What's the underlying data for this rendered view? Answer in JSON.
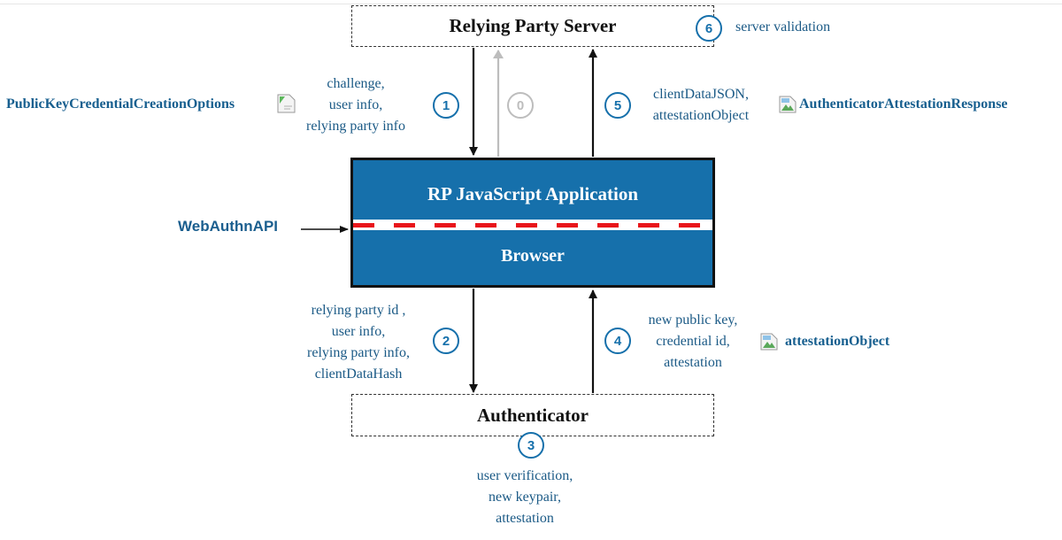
{
  "nodes": {
    "rp_server": "Relying Party Server",
    "rp_app": "RP JavaScript Application",
    "browser": "Browser",
    "authenticator": "Authenticator"
  },
  "api_label": "WebAuthnAPI",
  "steps": {
    "s0": "0",
    "s1": "1",
    "s2": "2",
    "s3": "3",
    "s4": "4",
    "s5": "5",
    "s6": "6"
  },
  "annotations": {
    "s1_lines": [
      "challenge,",
      "user info,",
      "relying party info"
    ],
    "s2_lines": [
      "relying party id ,",
      "user info,",
      "relying party info,",
      "clientDataHash"
    ],
    "s3_lines": [
      "user verification,",
      "new keypair,",
      "attestation"
    ],
    "s4_lines": [
      "new public key,",
      "credential id,",
      "attestation"
    ],
    "s5_lines": [
      "clientDataJSON,",
      "attestationObject"
    ],
    "s6": "server validation"
  },
  "objects": {
    "creation_options": "PublicKeyCredentialCreationOptions",
    "attestation_response": "AuthenticatorAttestationResponse",
    "attestation_object": "attestationObject"
  },
  "colors": {
    "accent": "#1670ab",
    "text_blue": "#1b5a86",
    "dash_red": "#e8161b",
    "grey": "#bdbdbd"
  },
  "icons": [
    "image-placeholder-icon",
    "broken-image-icon"
  ]
}
